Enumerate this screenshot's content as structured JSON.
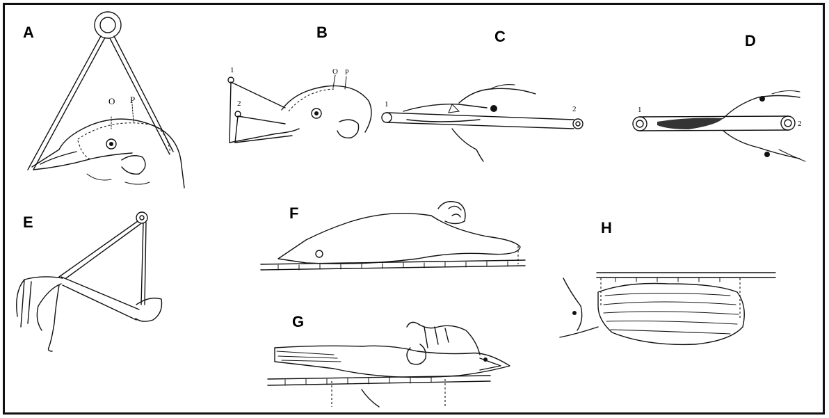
{
  "panels": [
    {
      "id": "A",
      "label": "A",
      "marks": {
        "o": "O",
        "p": "P"
      }
    },
    {
      "id": "B",
      "label": "B",
      "marks": {
        "o": "O",
        "p": "P",
        "n1": "1",
        "n2": "2"
      }
    },
    {
      "id": "C",
      "label": "C",
      "marks": {
        "n1": "1",
        "n2": "2"
      }
    },
    {
      "id": "D",
      "label": "D",
      "marks": {
        "n1": "1",
        "n2": "2"
      }
    },
    {
      "id": "E",
      "label": "E"
    },
    {
      "id": "F",
      "label": "F"
    },
    {
      "id": "G",
      "label": "G"
    },
    {
      "id": "H",
      "label": "H"
    }
  ],
  "colors": {
    "ink": "#111111",
    "background": "#ffffff",
    "frame": "#111111"
  }
}
